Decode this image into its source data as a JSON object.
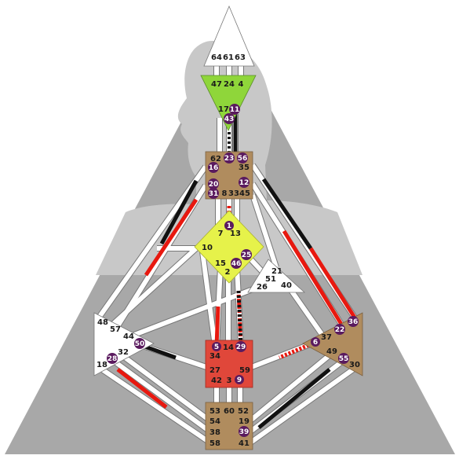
{
  "colors": {
    "background_triangle": "#a6a6a6",
    "silhouette": "#c8c8c8",
    "head_center": "#ffffff",
    "ajna": "#8fd63a",
    "throat": "#b08c5e",
    "g_center": "#e6f24a",
    "heart": "#ffffff",
    "spleen": "#ffffff",
    "sacral": "#e0473a",
    "solar_plexus": "#b08c5e",
    "root": "#b08c5e",
    "channel_white": "#ffffff",
    "channel_red": "#e8180f",
    "channel_black": "#111111",
    "gate_badge": "#5a1a5e"
  },
  "centers": {
    "head": {
      "gates": [
        "64",
        "61",
        "63"
      ]
    },
    "ajna": {
      "gates": [
        "47",
        "24",
        "4",
        "17",
        "11",
        "43"
      ]
    },
    "throat": {
      "gates": [
        "62",
        "23",
        "56",
        "16",
        "35",
        "20",
        "12",
        "31",
        "8",
        "33",
        "45"
      ]
    },
    "g": {
      "gates": [
        "1",
        "7",
        "13",
        "10",
        "25",
        "15",
        "46",
        "2"
      ]
    },
    "heart": {
      "gates": [
        "21",
        "51",
        "26",
        "40"
      ]
    },
    "spleen": {
      "gates": [
        "48",
        "57",
        "44",
        "50",
        "32",
        "28",
        "18"
      ]
    },
    "sacral": {
      "gates": [
        "5",
        "14",
        "29",
        "34",
        "27",
        "59",
        "42",
        "3",
        "9"
      ]
    },
    "solar_plexus": {
      "gates": [
        "36",
        "22",
        "37",
        "6",
        "49",
        "55",
        "30"
      ]
    },
    "root": {
      "gates": [
        "53",
        "60",
        "52",
        "54",
        "19",
        "38",
        "39",
        "58",
        "41"
      ]
    }
  }
}
